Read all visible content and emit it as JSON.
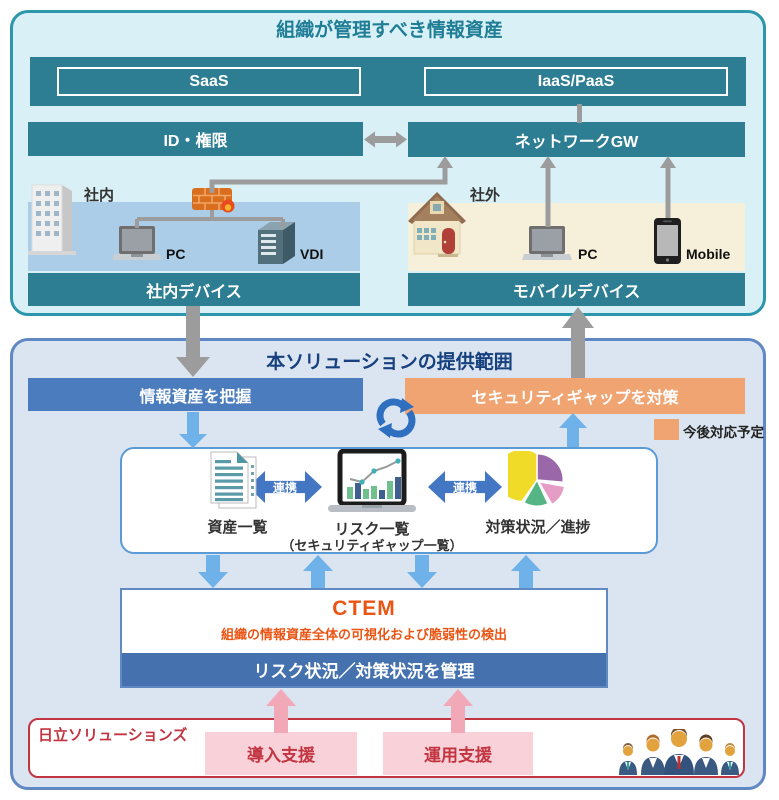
{
  "colors": {
    "teal_box": "#2d7e93",
    "teal_border": "#2b96ac",
    "panel1_bg": "#d8f0f6",
    "internal_band": "#abcde8",
    "external_band": "#f6efda",
    "panel2_bg": "#dbe5f1",
    "panel2_border": "#5f88c4",
    "blue_box": "#4b7cbe",
    "orange_box": "#efa472",
    "arrow_light_blue": "#6fb1e9",
    "arrow_gray": "#9c9c9c",
    "ctem_orange": "#ea5514",
    "manage_bar_blue": "#4572ae",
    "red_accent": "#c23440",
    "pink_box": "#f9d2d9",
    "pink_arrow": "#f2a9b7",
    "link_arrow_blue": "#4376c3"
  },
  "top_panel": {
    "title": "組織が管理すべき情報資産",
    "saas_label": "SaaS",
    "iaas_label": "IaaS/PaaS",
    "id_label": "ID・権限",
    "gateway_label": "ネットワークGW",
    "internal": {
      "area_label": "社内",
      "pc_label": "PC",
      "vdi_label": "VDI",
      "bar_label": "社内デバイス"
    },
    "external": {
      "area_label": "社外",
      "pc_label": "PC",
      "mobile_label": "Mobile",
      "bar_label": "モバイルデバイス"
    }
  },
  "solution_panel": {
    "title": "本ソリューションの提供範囲",
    "grasp_label": "情報資産を把握",
    "gap_label": "セキュリティギャップを対策",
    "legend_label": "今後対応予定",
    "flow": {
      "asset_list_label": "資産一覧",
      "link_label": "連携",
      "risk_list_label": "リスク一覧",
      "risk_list_sub_label": "（セキュリティギャップ一覧）",
      "progress_label": "対策状況／進捗"
    },
    "ctem": {
      "title": "CTEM",
      "subtitle": "組織の情報資産全体の可視化および脆弱性の検出",
      "manage_label": "リスク状況／対策状況を管理"
    },
    "provider": {
      "name": "日立ソリューションズ",
      "install_label": "導入支援",
      "operate_label": "運用支援"
    }
  }
}
